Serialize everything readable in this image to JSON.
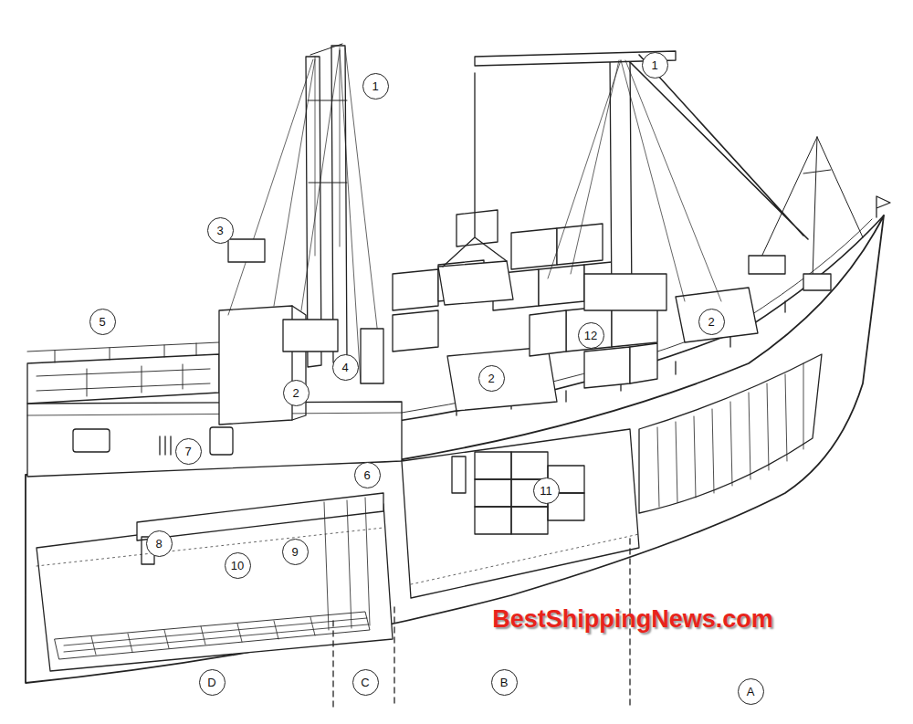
{
  "diagram": {
    "labels": [
      "1",
      "1",
      "3",
      "5",
      "2",
      "12",
      "4",
      "2",
      "2",
      "7",
      "6",
      "11",
      "8",
      "10",
      "9",
      "BestShippingNews.com",
      "D",
      "C",
      "B",
      "A"
    ]
  }
}
